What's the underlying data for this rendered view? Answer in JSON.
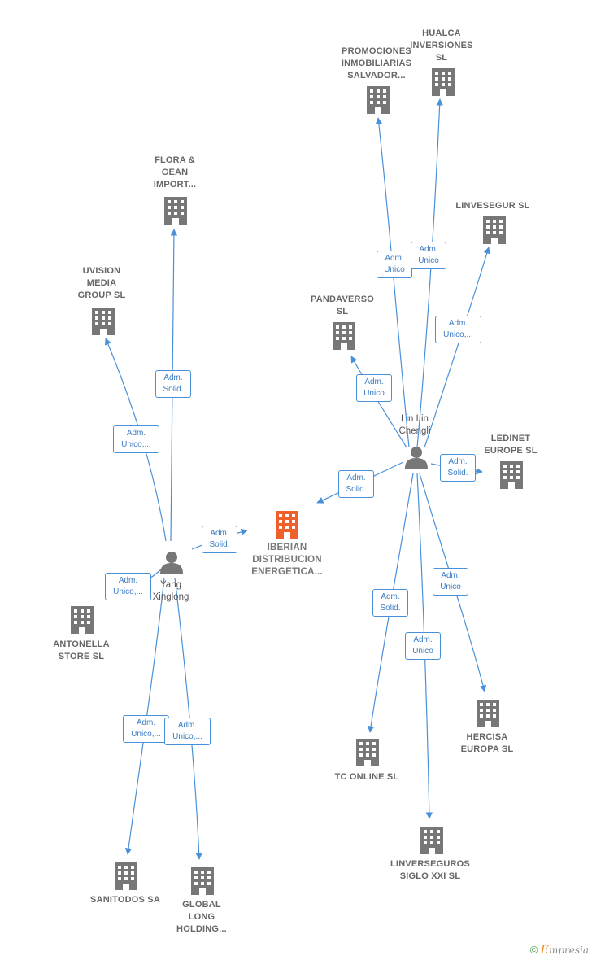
{
  "nodes": {
    "iberian": "IBERIAN\nDISTRIBUCION\nENERGETICA...",
    "flora": "FLORA &\nGEAN\nIMPORT...",
    "uvision": "UVISION\nMEDIA\nGROUP  SL",
    "antonella": "ANTONELLA\nSTORE  SL",
    "sanitodos": "SANITODOS SA",
    "global": "GLOBAL\nLONG\nHOLDING...",
    "promociones": "PROMOCIONES\nINMOBILIARIAS\nSALVADOR...",
    "hualca": "HUALCA\nINVERSIONES\nSL",
    "linvesegur": "LINVESEGUR SL",
    "pandaverso": "PANDAVERSO\nSL",
    "ledinet": "LEDINET\nEUROPE  SL",
    "hercisa": "HERCISA\nEUROPA  SL",
    "tconline": "TC ONLINE  SL",
    "linverseguros": "LINVERSEGUROS\nSIGLO XXI SL"
  },
  "persons": {
    "yang": "Yang\nXinglong",
    "linlin": "Lin Lin\nChengli"
  },
  "edges": {
    "yang_flora": "Adm.\nSolid.",
    "yang_uvision": "Adm.\nUnico,...",
    "yang_iberian": "Adm.\nSolid.",
    "yang_antonella": "Adm.\nUnico,...",
    "yang_sanitodos": "Adm.\nUnico,...",
    "yang_global": "Adm.\nUnico,...",
    "lin_promociones": "Adm.\nUnico",
    "lin_hualca": "Adm.\nUnico",
    "lin_linvesegur": "Adm.\nUnico,...",
    "lin_pandaverso": "Adm.\nUnico",
    "lin_ledinet": "Adm.\nSolid.",
    "lin_iberian": "Adm.\nSolid.",
    "lin_tconline": "Adm.\nSolid.",
    "lin_linverseguros": "Adm.\nUnico",
    "lin_hercisa": "Adm.\nUnico"
  },
  "colors": {
    "edge": "#4a90d9",
    "building": "#777777",
    "main_building": "#f0602a",
    "person": "#777777"
  },
  "footer": {
    "copyright": "©",
    "brand_e": "E",
    "brand_rest": "mpresia"
  }
}
